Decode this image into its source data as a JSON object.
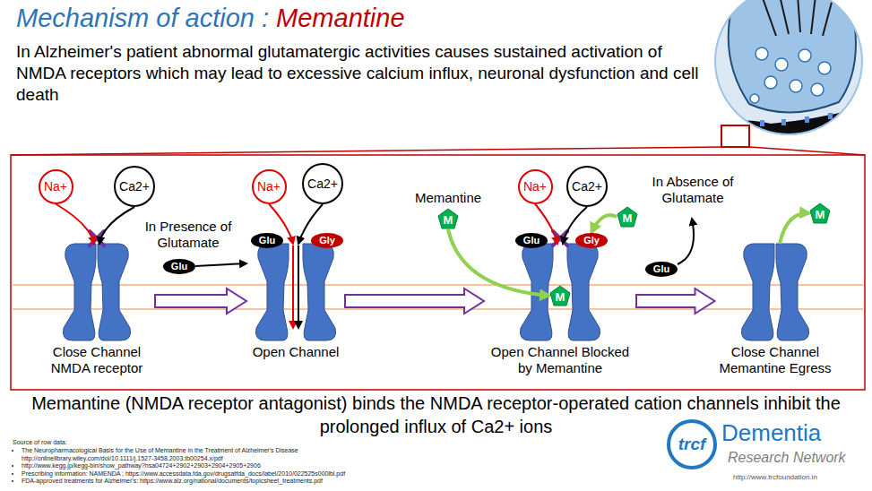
{
  "diagram": {
    "title": "Mechanism of action :",
    "caption": "Memantine (NMDA receptor antagonist) binds the NMDA receptor-operated cation channels inhibit the prolonged influx of Ca2+ ions",
    "nodes": [
      {
        "text": [
          "Na+"
        ]
      },
      {
        "text": [
          "Ca2+"
        ]
      },
      {
        "text": [
          "Close Channel NMDA receptor"
        ]
      },
      {
        "text": [
          "Glu"
        ]
      },
      {
        "text": [
          "Na+"
        ]
      },
      {
        "text": [
          "Ca2+"
        ]
      },
      {
        "text": [
          "Open Channel"
        ]
      },
      {
        "text": [
          "Glu"
        ],
        "in": 6
      },
      {
        "text": [
          "Gly"
        ],
        "in": 6
      },
      {
        "text": [
          "Memantine",
          "M"
        ]
      },
      {
        "text": [
          "Na+"
        ]
      },
      {
        "text": [
          "Ca2+"
        ]
      },
      {
        "text": [
          "Open Channel Blocked by Memantine"
        ]
      },
      {
        "text": [
          "Glu"
        ],
        "in": 12
      },
      {
        "text": [
          "Gly"
        ],
        "in": 12
      },
      {
        "text": [
          "M"
        ],
        "in": 12
      },
      {
        "text": [
          "M"
        ]
      },
      {
        "text": [
          "Glu"
        ]
      },
      {
        "text": [
          "Close Channel Memantine Egress"
        ]
      },
      {
        "text": [
          "M"
        ]
      },
      {
        "text": [
          "trcf"
        ]
      }
    ],
    "edges": [
      {
        "from": 0,
        "to": 2,
        "arrow": "to"
      },
      {
        "from": 1,
        "to": 2,
        "arrow": "to"
      },
      {
        "from": 2,
        "to": 6,
        "arrow": "to"
      },
      {
        "from": 3,
        "to": 6,
        "arrow": "to"
      },
      {
        "from": 4,
        "to": 6,
        "arrow": "to"
      },
      {
        "from": 5,
        "to": 6,
        "arrow": "to"
      },
      {
        "from": 6,
        "to": 12,
        "arrow": "to"
      },
      {
        "from": 9,
        "to": 15,
        "arrow": "to"
      },
      {
        "from": 10,
        "to": 12,
        "arrow": "to"
      },
      {
        "from": 11,
        "to": 12,
        "arrow": "to"
      },
      {
        "from": 16,
        "to": 14,
        "arrow": "to"
      },
      {
        "from": 12,
        "to": 18,
        "arrow": "to"
      },
      {
        "from": 18,
        "to": 19,
        "arrow": "to"
      }
    ],
    "labels": [
      "Memantine",
      "In Alzheimer's patient abnormal glutamatergic activities causes sustained activation of NMDA receptors which may lead to excessive calcium influx, neuronal dysfunction and cell death",
      "In Presence of Glutamate",
      "In Absence of Glutamate",
      "Source of row data:",
      "The Neuropharmacological Basis for the Use of Memantine in the Treatment of Alzheimer's Disease http://onlinelibrary.wiley.com/doi/10.1111/j.1527-3458.2003.tb00254.x/pdf",
      "http://www.kegg.jp/kegg-bin/show_pathway?hsa04724+2902+2903+2904+2905+2906",
      "Prescribing information: NAMENDA ; https://www.accessdata.fda.gov/drugsatfda_docs/label/2010/022525s000lbl.pdf",
      "FDA-approved treatments for Alzheimer's: https://www.alz.org/national/documents/topicsheet_treatments.pdf",
      "Dementia",
      "Research Network",
      "http://www.trcfoundation.in"
    ]
  }
}
